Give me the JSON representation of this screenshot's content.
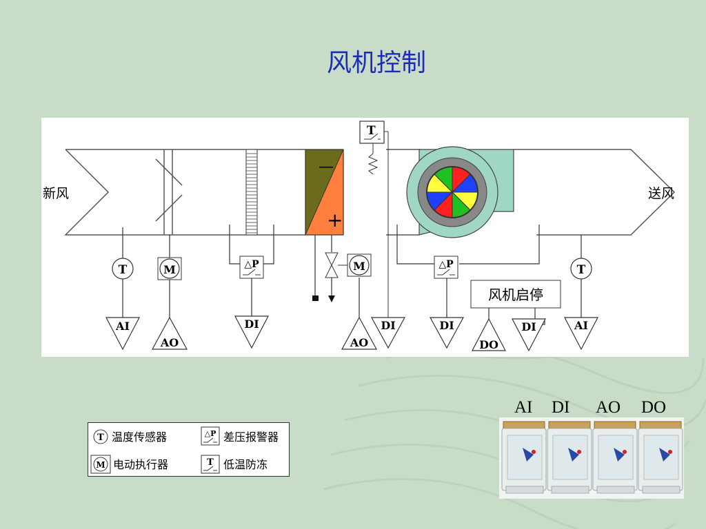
{
  "title": "风机控制",
  "diagram": {
    "inlet_label": "新风",
    "outlet_label": "送风",
    "fan_control_label": "风机启停",
    "sensors": {
      "temp": "T",
      "motor": "M",
      "pressure": "△P"
    },
    "signals": {
      "ai_left": "AI",
      "ao_damper": "AO",
      "di_filter": "DI",
      "ao_valve": "AO",
      "di_freeze": "DI",
      "di_fan_dp": "DI",
      "do_fan": "DO",
      "di_fan_status": "DI",
      "ai_right": "AI"
    },
    "coil_signs": {
      "cooling": "—",
      "heating": "+"
    }
  },
  "legend": {
    "items": [
      {
        "symbol": "T",
        "text": "温度传感器"
      },
      {
        "symbol": "△P",
        "text": "差压报警器"
      },
      {
        "symbol": "M",
        "text": "电动执行器"
      },
      {
        "symbol": "T",
        "text": "低温防冻"
      }
    ]
  },
  "modules": {
    "labels": [
      "AI",
      "DI",
      "AO",
      "DO"
    ]
  },
  "colors": {
    "title": "#1a2eb8",
    "background": "#c9dcc7",
    "coil_cool": "#6b6b1c",
    "coil_heat": "#ff7f3f",
    "fan_housing": "#9fd6c6"
  }
}
